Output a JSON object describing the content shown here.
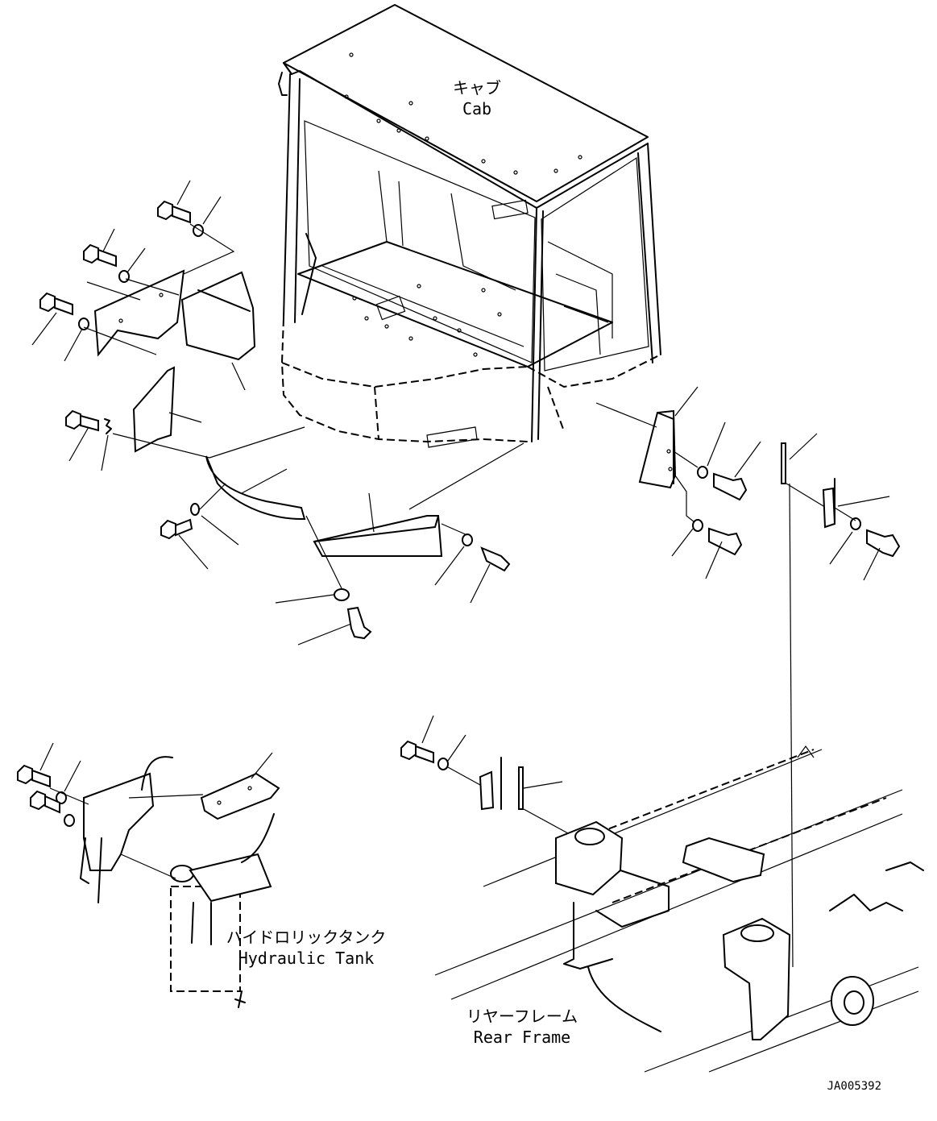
{
  "labels": {
    "cab_jp": "キャブ",
    "cab_en": "Cab",
    "tank_jp": "ハイドロリックタンク",
    "tank_en": "Hydraulic Tank",
    "frame_jp": "リヤーフレーム",
    "frame_en": "Rear Frame",
    "drawing_code": "JA005392"
  }
}
